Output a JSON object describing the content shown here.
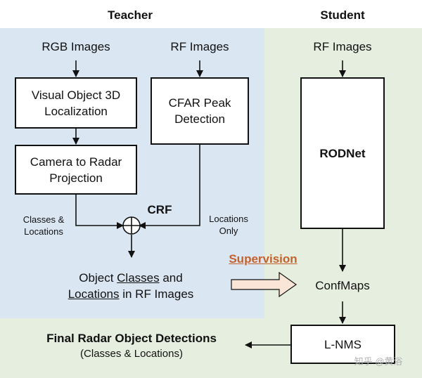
{
  "teacher": {
    "title": "Teacher",
    "rgb_images": "RGB Images",
    "rf_images": "RF Images",
    "visual_localization": "Visual Object 3D\nLocalization",
    "cfar": "CFAR Peak\nDetection",
    "projection": "Camera to Radar\nProjection",
    "classes_locations": "Classes &\nLocations",
    "locations_only": "Locations\nOnly",
    "crf": "CRF",
    "output_prefix": "Object ",
    "output_classes": "Classes",
    "output_middle": " and",
    "output_locations": "Locations",
    "output_suffix": " in RF Images"
  },
  "student": {
    "title": "Student",
    "rf_images": "RF Images",
    "rodnet": "RODNet",
    "confmaps": "ConfMaps",
    "lnms": "L-NMS"
  },
  "supervision": "Supervision",
  "final": {
    "title": "Final Radar Object Detections",
    "subtitle": "(Classes & Locations)"
  },
  "watermark": "知乎 @黄浴",
  "colors": {
    "teacher_bg": "#dbe6f3",
    "student_bg": "#e6eedf",
    "supervision_arrow": "#fbe5d6",
    "supervision_text": "#c4622d"
  }
}
